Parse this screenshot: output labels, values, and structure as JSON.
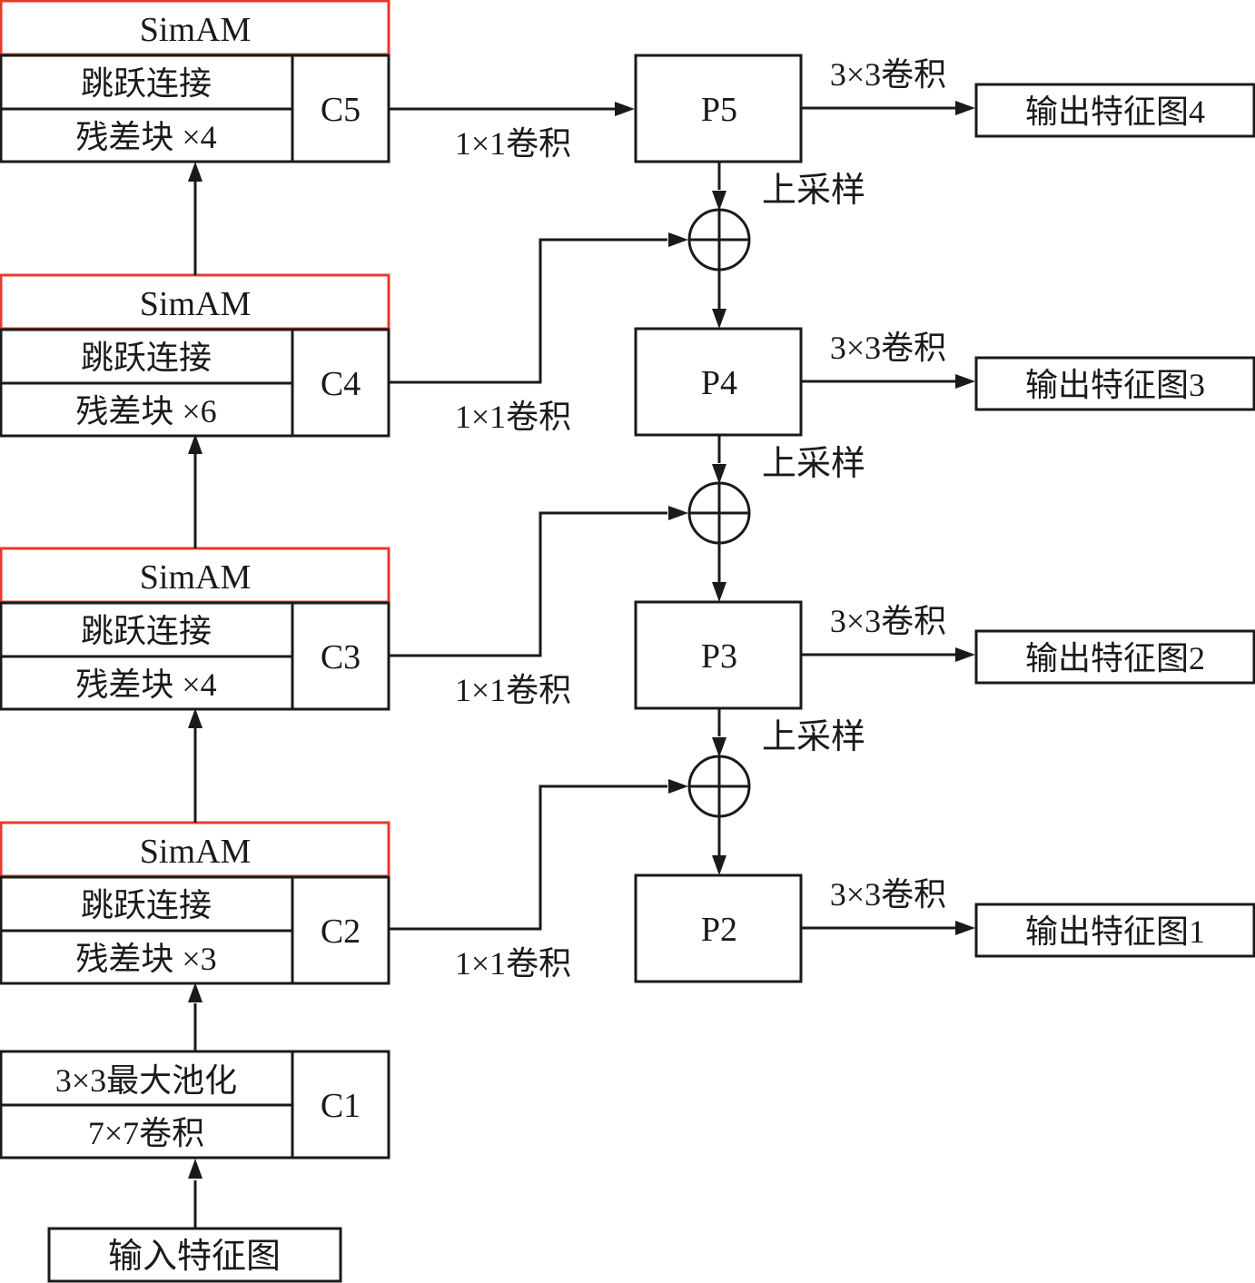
{
  "colors": {
    "stroke": "#1a1a1a",
    "simam_border": "#e8392f",
    "background": "#ffffff"
  },
  "backbone": {
    "input": "输入特征图",
    "c1": {
      "label": "C1",
      "rows": [
        "3×3最大池化",
        "7×7卷积"
      ]
    },
    "stages": [
      {
        "id": "c5",
        "label": "C5",
        "attention": "SimAM",
        "skip": "跳跃连接",
        "blocks": "残差块 ×4"
      },
      {
        "id": "c4",
        "label": "C4",
        "attention": "SimAM",
        "skip": "跳跃连接",
        "blocks": "残差块 ×6"
      },
      {
        "id": "c3",
        "label": "C3",
        "attention": "SimAM",
        "skip": "跳跃连接",
        "blocks": "残差块 ×4"
      },
      {
        "id": "c2",
        "label": "C2",
        "attention": "SimAM",
        "skip": "跳跃连接",
        "blocks": "残差块 ×3"
      }
    ]
  },
  "lateral_label": "1×1卷积",
  "upsample_label": "上采样",
  "output_conv_label": "3×3卷积",
  "pyramid": [
    {
      "label": "P5",
      "output": "输出特征图4"
    },
    {
      "label": "P4",
      "output": "输出特征图3"
    },
    {
      "label": "P3",
      "output": "输出特征图2"
    },
    {
      "label": "P2",
      "output": "输出特征图1"
    }
  ]
}
